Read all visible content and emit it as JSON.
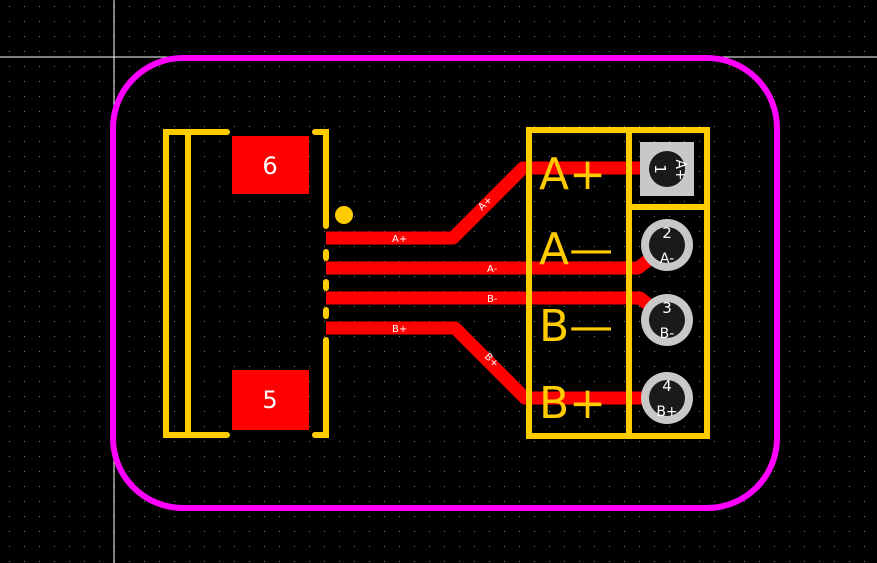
{
  "colors": {
    "background": "#000000",
    "grid_dot": "#7a7a7a",
    "crosshair": "#ffffff",
    "board_outline": "#FF00FF",
    "silkscreen": "#FFCC00",
    "copper": "#FF0000",
    "pad_number": "#FFFFFF",
    "through_hole_ring": "#C8C8C8",
    "drill": "#1a1a1a"
  },
  "connector_left": {
    "pad_top_number": "6",
    "pad_bottom_number": "5",
    "pin1_marker_icon": "dot-marker-icon"
  },
  "traces": [
    {
      "net": "A+",
      "label": "A+",
      "diag_label": "A+"
    },
    {
      "net": "A-",
      "label": "A-"
    },
    {
      "net": "B-",
      "label": "B-"
    },
    {
      "net": "B+",
      "label": "B+",
      "diag_label": "B+"
    }
  ],
  "connector_right": {
    "silk_labels": [
      "A+",
      "A—",
      "B—",
      "B+"
    ],
    "pins": [
      {
        "number": "1",
        "net": "A+",
        "shape": "square"
      },
      {
        "number": "2",
        "net": "A-",
        "shape": "round"
      },
      {
        "number": "3",
        "net": "B-",
        "shape": "round"
      },
      {
        "number": "4",
        "net": "B+",
        "shape": "round"
      }
    ]
  }
}
